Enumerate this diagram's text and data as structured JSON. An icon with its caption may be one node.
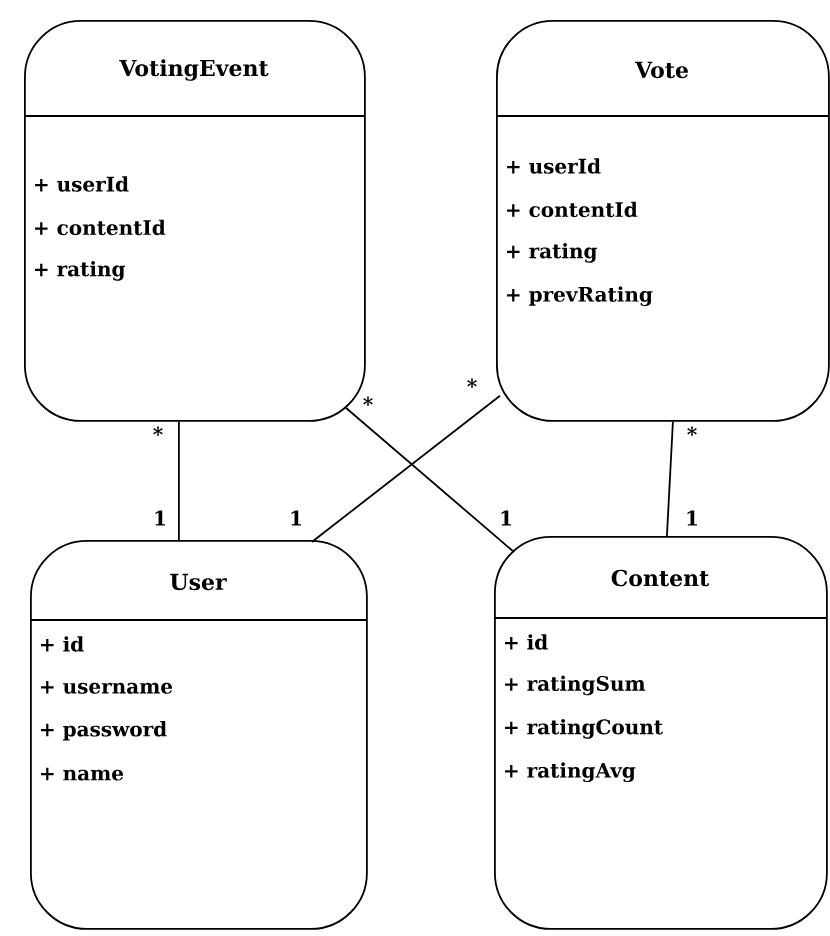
{
  "diagram": {
    "nodes": [
      {
        "text": [
          "VotingEvent",
          "+ userId",
          "+ contentId",
          "+ rating"
        ]
      },
      {
        "text": [
          "Vote",
          "+ userId",
          "+ contentId",
          "+ rating",
          "+ prevRating"
        ]
      },
      {
        "text": [
          "User",
          "+ id",
          "+ username",
          "+ password",
          "+ name"
        ]
      },
      {
        "text": [
          "Content",
          "+ id",
          "+ ratingSum",
          "+ ratingCount",
          "+ ratingAvg"
        ]
      }
    ],
    "edges": [
      {
        "from": 0,
        "to": 2,
        "arrow": "none"
      },
      {
        "from": 0,
        "to": 3,
        "arrow": "none"
      },
      {
        "from": 1,
        "to": 2,
        "arrow": "none"
      },
      {
        "from": 1,
        "to": 3,
        "arrow": "none"
      }
    ],
    "labels": [
      "*",
      "*",
      "*",
      "*",
      "1",
      "1",
      "1",
      "1"
    ]
  }
}
